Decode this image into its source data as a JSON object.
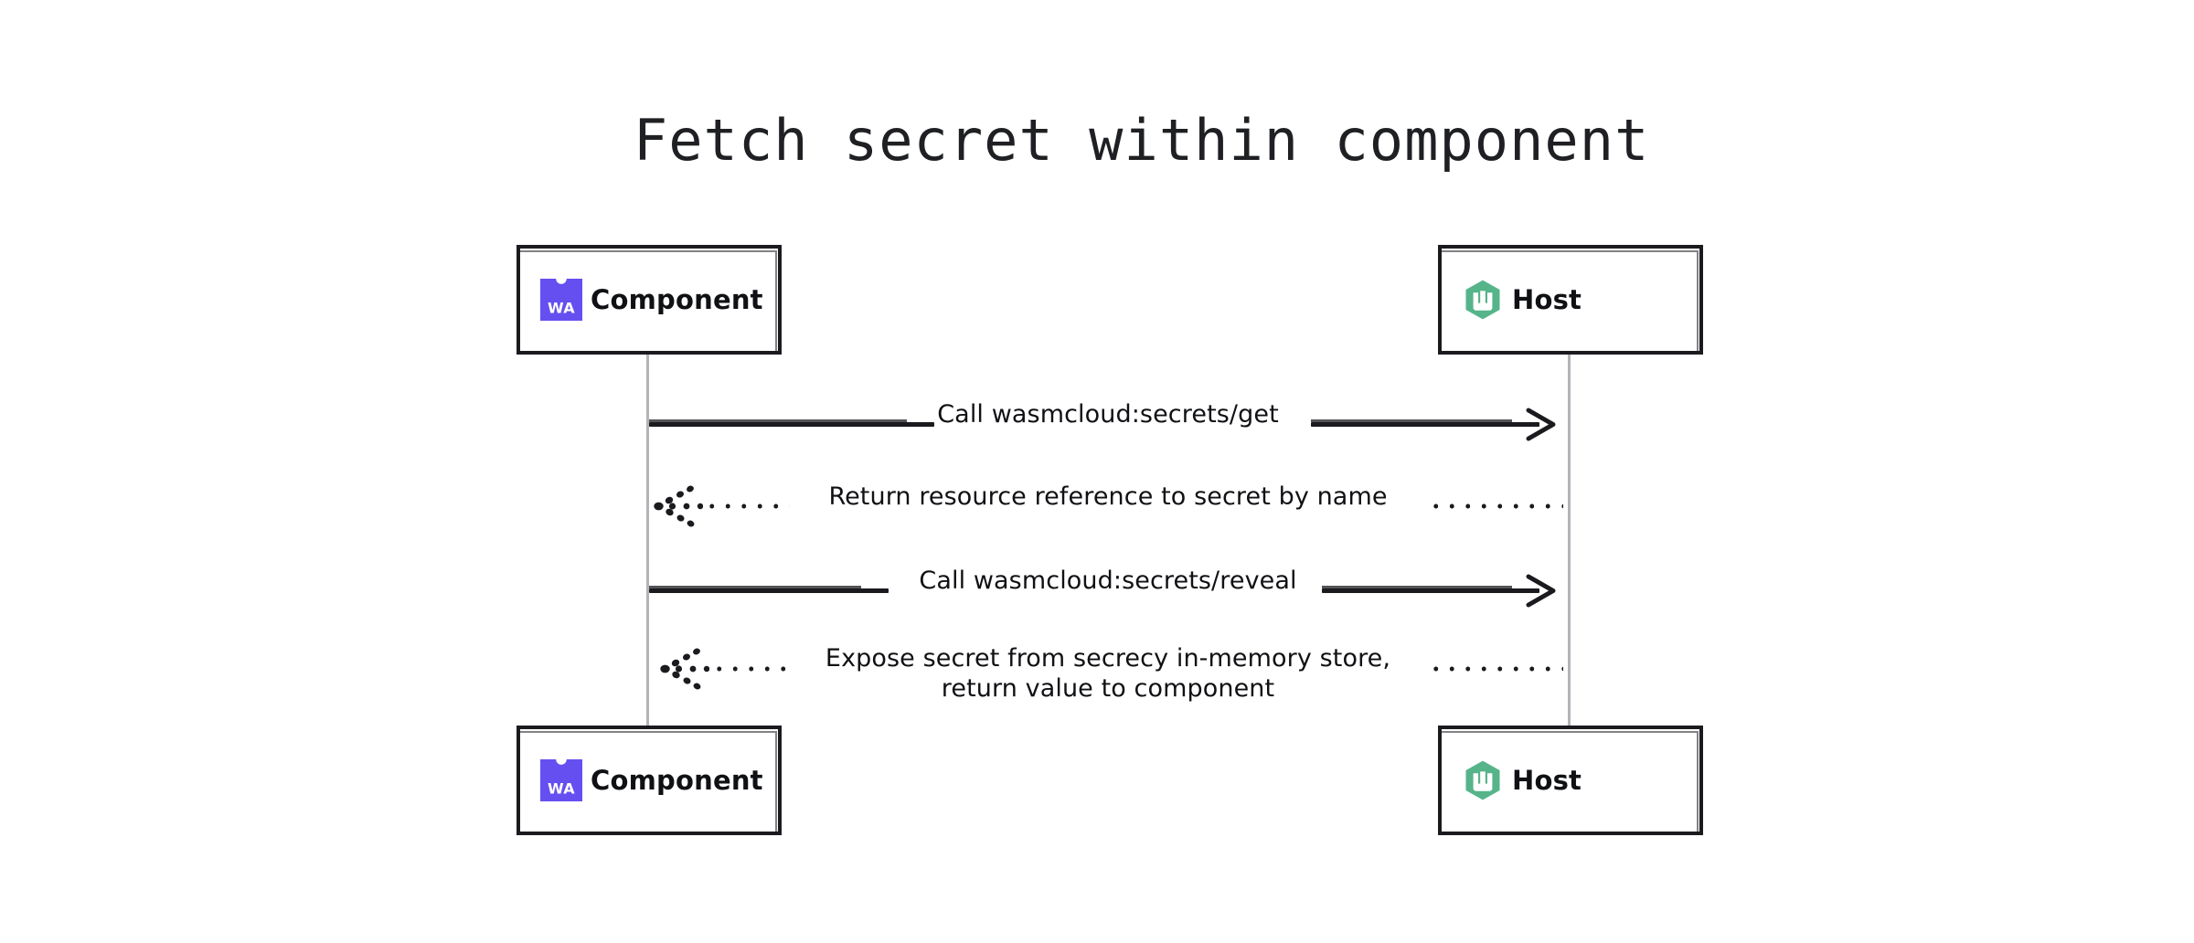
{
  "diagram": {
    "type": "sequence-diagram",
    "title": "Fetch secret within component",
    "background_color": "#ffffff",
    "participants": [
      {
        "id": "component",
        "label": "Component",
        "icon": "webassembly-logo-icon",
        "icon_color": "#654ff0",
        "icon_text": "WA",
        "side": "left"
      },
      {
        "id": "host",
        "label": "Host",
        "icon": "wasmcloud-hexagon-icon",
        "icon_color": "#56b48a",
        "side": "right"
      }
    ],
    "messages": [
      {
        "index": 1,
        "text": "Call wasmcloud:secrets/get",
        "from": "component",
        "to": "host",
        "direction": "right",
        "style": "solid",
        "arrow": "open"
      },
      {
        "index": 2,
        "text": "Return resource reference to secret by name",
        "from": "host",
        "to": "component",
        "direction": "left",
        "style": "dotted",
        "arrow": "dotted-open"
      },
      {
        "index": 3,
        "text": "Call wasmcloud:secrets/reveal",
        "from": "component",
        "to": "host",
        "direction": "right",
        "style": "solid",
        "arrow": "open"
      },
      {
        "index": 4,
        "text": "Expose secret from secrecy in-memory store,\nreturn value to component",
        "from": "host",
        "to": "component",
        "direction": "left",
        "style": "dotted",
        "arrow": "dotted-open"
      }
    ],
    "colors": {
      "stroke": "#1b1b1f",
      "lifeline": "#b3b3b8",
      "text": "#101114",
      "wasm_purple": "#654ff0",
      "wasmcloud_green": "#56b48a"
    }
  }
}
